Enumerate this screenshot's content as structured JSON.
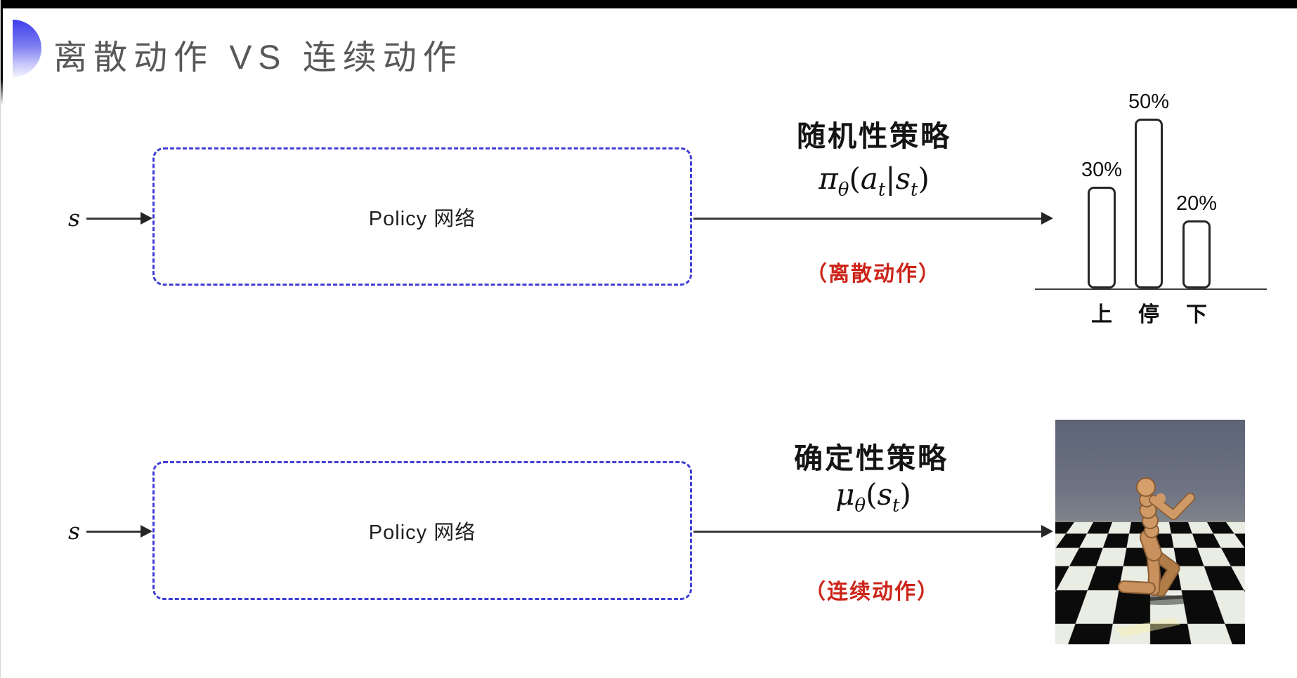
{
  "title": "离散动作 VS 连续动作",
  "top_row": {
    "input_label": "s",
    "box_label": "Policy 网络",
    "policy_name": "随机性策略",
    "formula": {
      "base": "π",
      "base_sub": "θ",
      "open": "(",
      "arg1": "a",
      "arg1_sub": "t",
      "bar": "|",
      "arg2": "s",
      "arg2_sub": "t",
      "close": ")"
    },
    "annotation": "（离散动作）"
  },
  "bottom_row": {
    "input_label": "s",
    "box_label": "Policy 网络",
    "policy_name": "确定性策略",
    "formula": {
      "base": "μ",
      "base_sub": "θ",
      "open": "(",
      "arg1": "s",
      "arg1_sub": "t",
      "close": ")"
    },
    "annotation": "（连续动作）"
  },
  "chart_data": {
    "type": "bar",
    "categories": [
      "上",
      "停",
      "下"
    ],
    "values": [
      30,
      50,
      20
    ],
    "value_labels": [
      "30%",
      "50%",
      "20%"
    ],
    "title": "",
    "xlabel": "",
    "ylabel": "",
    "ylim": [
      0,
      55
    ],
    "grid": false,
    "legend": "none",
    "style": "white bars with dark rounded outline, value labels above bars, category labels below axis line"
  },
  "simulation_image": {
    "content": "MuJoCo humanoid robot running on black-and-white checkerboard floor under gray sky"
  },
  "colors": {
    "accent_blue_dashed_box": "#3f3fd6",
    "annotation_red": "#cc241a",
    "title_gray": "#585858",
    "line_dark": "#3a3a3a",
    "humanoid_tan": "#c9915e"
  }
}
